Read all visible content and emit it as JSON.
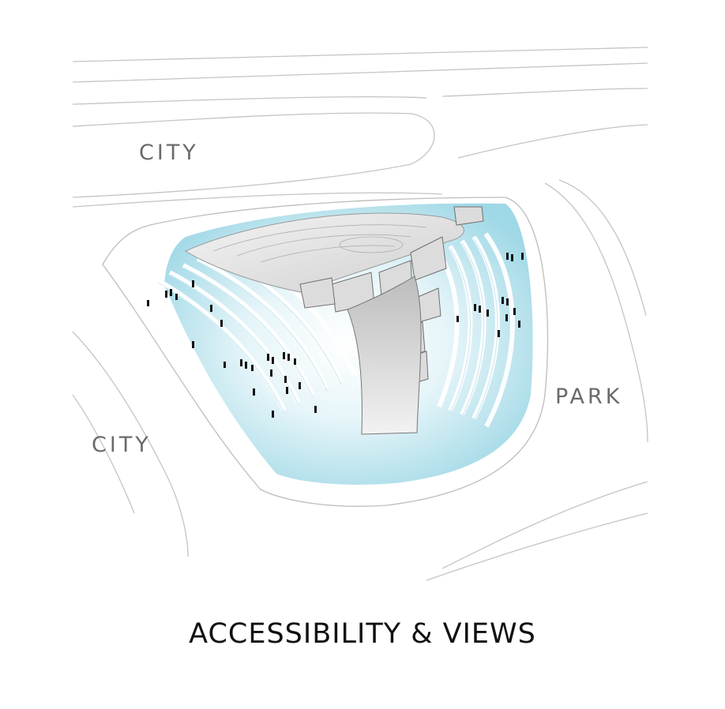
{
  "labels": {
    "city_top": "CITY",
    "city_bottom": "CITY",
    "park": "PARK"
  },
  "caption": "ACCESSIBILITY & VIEWS",
  "colors": {
    "water": "#9fd8e6",
    "line": "#b8b8b8",
    "building": "#d9d9d9",
    "people": "#111111"
  }
}
